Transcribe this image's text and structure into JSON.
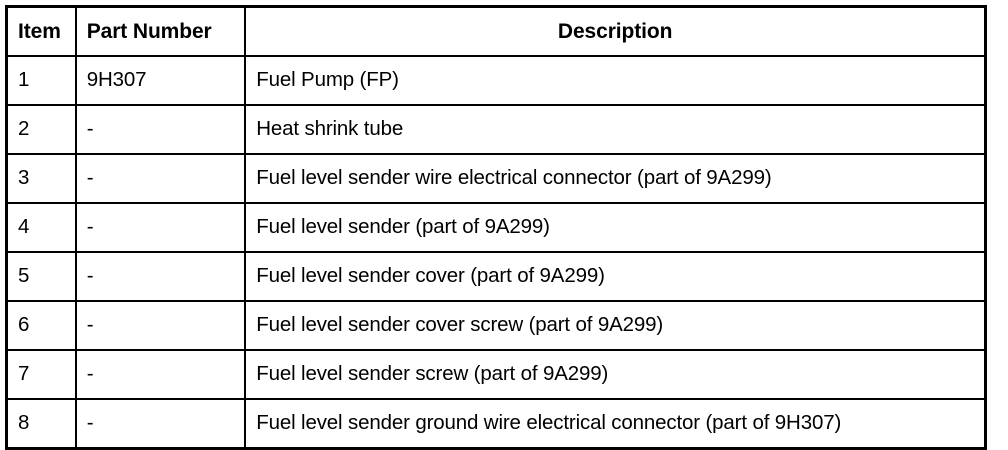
{
  "table": {
    "columns": [
      {
        "key": "item",
        "label": "Item",
        "align": "left"
      },
      {
        "key": "part_number",
        "label": "Part Number",
        "align": "left"
      },
      {
        "key": "description",
        "label": "Description",
        "align": "center"
      }
    ],
    "rows": [
      {
        "item": "1",
        "part_number": "9H307",
        "description": "Fuel Pump (FP)"
      },
      {
        "item": "2",
        "part_number": "-",
        "description": "Heat shrink tube"
      },
      {
        "item": "3",
        "part_number": "-",
        "description": "Fuel level sender wire electrical connector (part of 9A299)"
      },
      {
        "item": "4",
        "part_number": "-",
        "description": "Fuel level sender (part of 9A299)"
      },
      {
        "item": "5",
        "part_number": "-",
        "description": "Fuel level sender cover (part of 9A299)"
      },
      {
        "item": "6",
        "part_number": "-",
        "description": "Fuel level sender cover screw (part of 9A299)"
      },
      {
        "item": "7",
        "part_number": "-",
        "description": "Fuel level sender screw (part of 9A299)"
      },
      {
        "item": "8",
        "part_number": "-",
        "description": "Fuel level sender ground wire electrical connector (part of 9H307)"
      }
    ]
  },
  "colors": {
    "border": "#000000",
    "text": "#000000",
    "background": "#ffffff"
  }
}
